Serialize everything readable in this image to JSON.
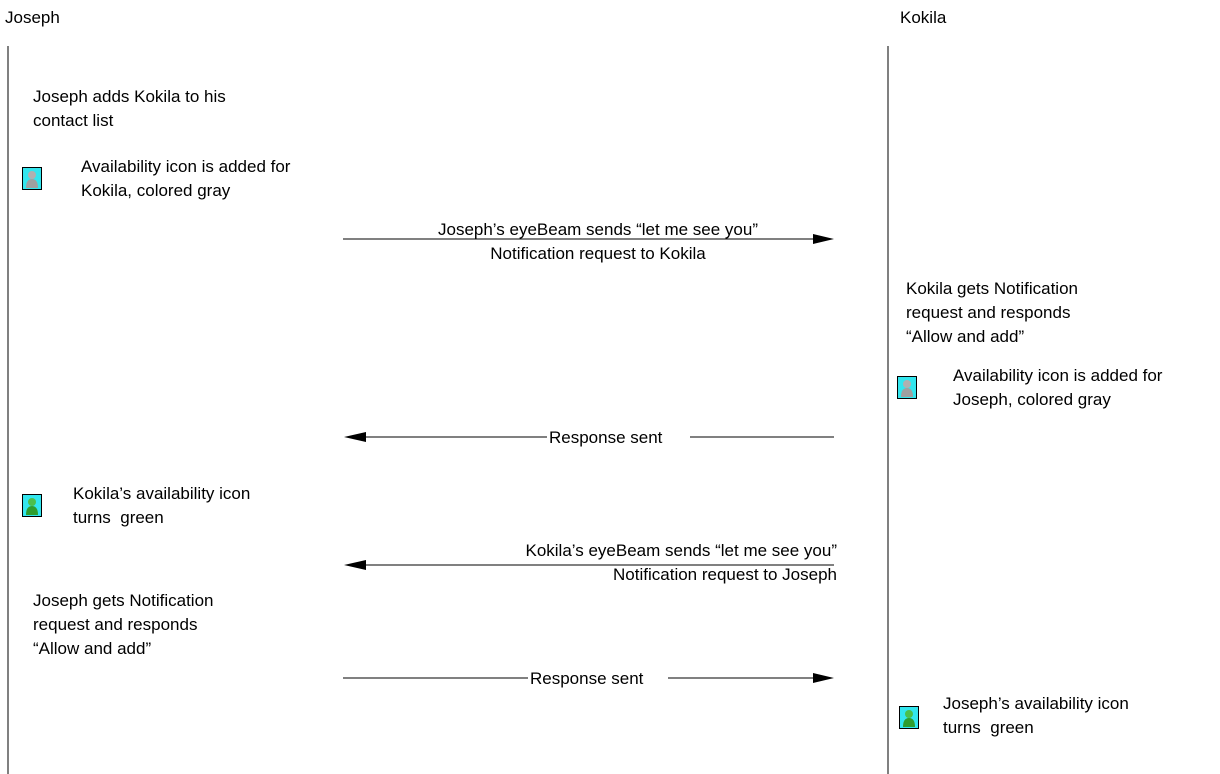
{
  "participants": {
    "left": "Joseph",
    "right": "Kokila"
  },
  "steps": {
    "s1": "Joseph adds Kokila to his\ncontact list",
    "s2": "Availability icon is added for\nKokila, colored gray",
    "m1": "Joseph’s eyeBeam sends “let me see you”\nNotification request to Kokila",
    "s3": "Kokila gets Notification\nrequest and responds\n“Allow and add”",
    "s4": "Availability icon is added for\nJoseph, colored gray",
    "m2": "Response sent",
    "s5": "Kokila’s availability icon\nturns  green",
    "m3": "Kokila’s eyeBeam sends “let me see you”\nNotification request to Joseph",
    "s6": "Joseph gets Notification\nrequest and responds\n“Allow and add”",
    "m4": "Response sent",
    "s7": "Joseph’s availability icon\nturns  green"
  },
  "icons": {
    "gray": {
      "name": "availability-gray-icon",
      "fill": "#a9a9a9",
      "background": "#33e6ee"
    },
    "green": {
      "name": "availability-green-icon",
      "fill": "#3aa83a",
      "background": "#33e6ee"
    }
  }
}
